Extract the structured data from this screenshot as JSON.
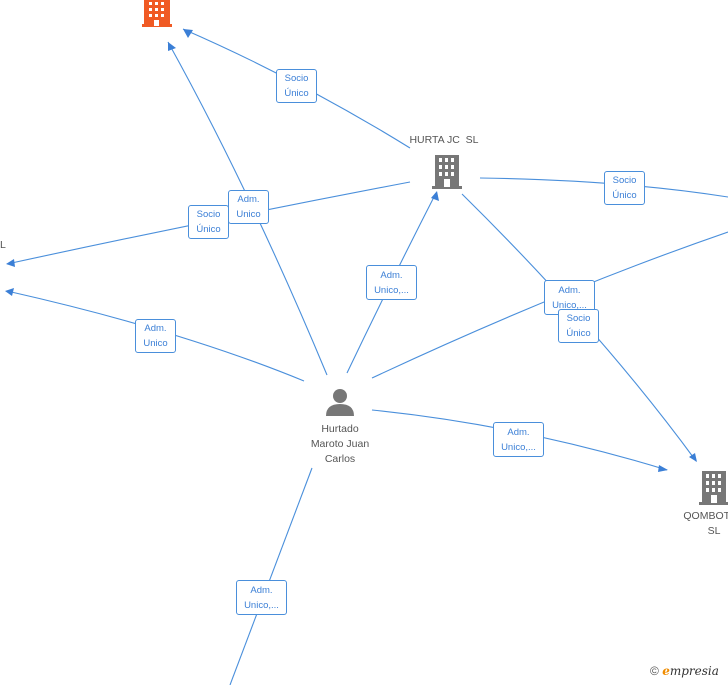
{
  "nodes": {
    "hurta": {
      "label": "HURTA JC  SL",
      "icon": "building-icon",
      "color": "#777777"
    },
    "top_company": {
      "label": "",
      "icon": "building-icon",
      "color": "#f05a24"
    },
    "qombotra": {
      "label": "QOMBOTRA\nSL",
      "icon": "building-icon",
      "color": "#777777"
    },
    "left_company": {
      "label": "L",
      "icon": "building-icon"
    },
    "person": {
      "label": "Hurtado\nMaroto Juan\nCarlos",
      "icon": "person-icon",
      "color": "#777777"
    }
  },
  "edges": [
    {
      "label": "Socio\nÚnico"
    },
    {
      "label": "Adm.\nUnico"
    },
    {
      "label": "Socio\nÚnico"
    },
    {
      "label": "Socio\nÚnico"
    },
    {
      "label": "Adm.\nUnico"
    },
    {
      "label": "Adm.\nUnico,..."
    },
    {
      "label": "Adm.\nUnico,..."
    },
    {
      "label": "Socio\nÚnico"
    },
    {
      "label": "Adm.\nUnico,..."
    },
    {
      "label": "Adm.\nUnico,..."
    }
  ],
  "footer": {
    "copyright": "©",
    "brand_initial": "e",
    "brand_rest": "mpresia"
  },
  "colors": {
    "edge": "#4a8fdb",
    "highlight_company": "#f05a24",
    "node": "#777777"
  }
}
